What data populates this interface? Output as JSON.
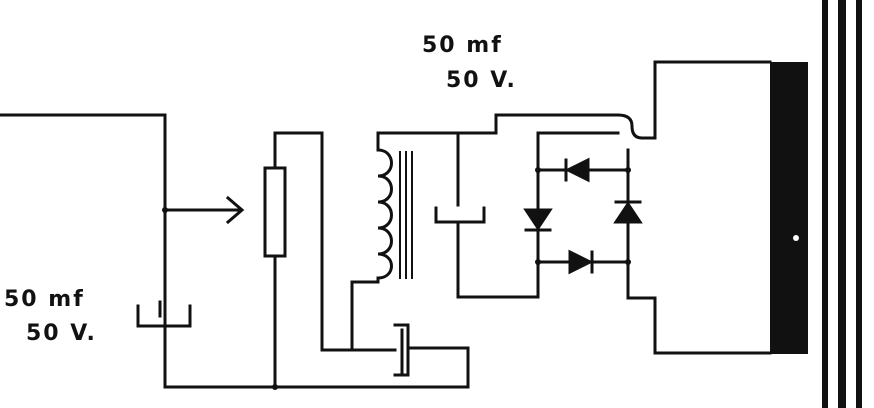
{
  "labels": {
    "top_cap_value": "50 mf",
    "top_cap_voltage": "50 V.",
    "left_cap_value": "50 mf",
    "left_cap_voltage": "50 V."
  },
  "colors": {
    "ink": "#111111",
    "background": "#ffffff"
  }
}
